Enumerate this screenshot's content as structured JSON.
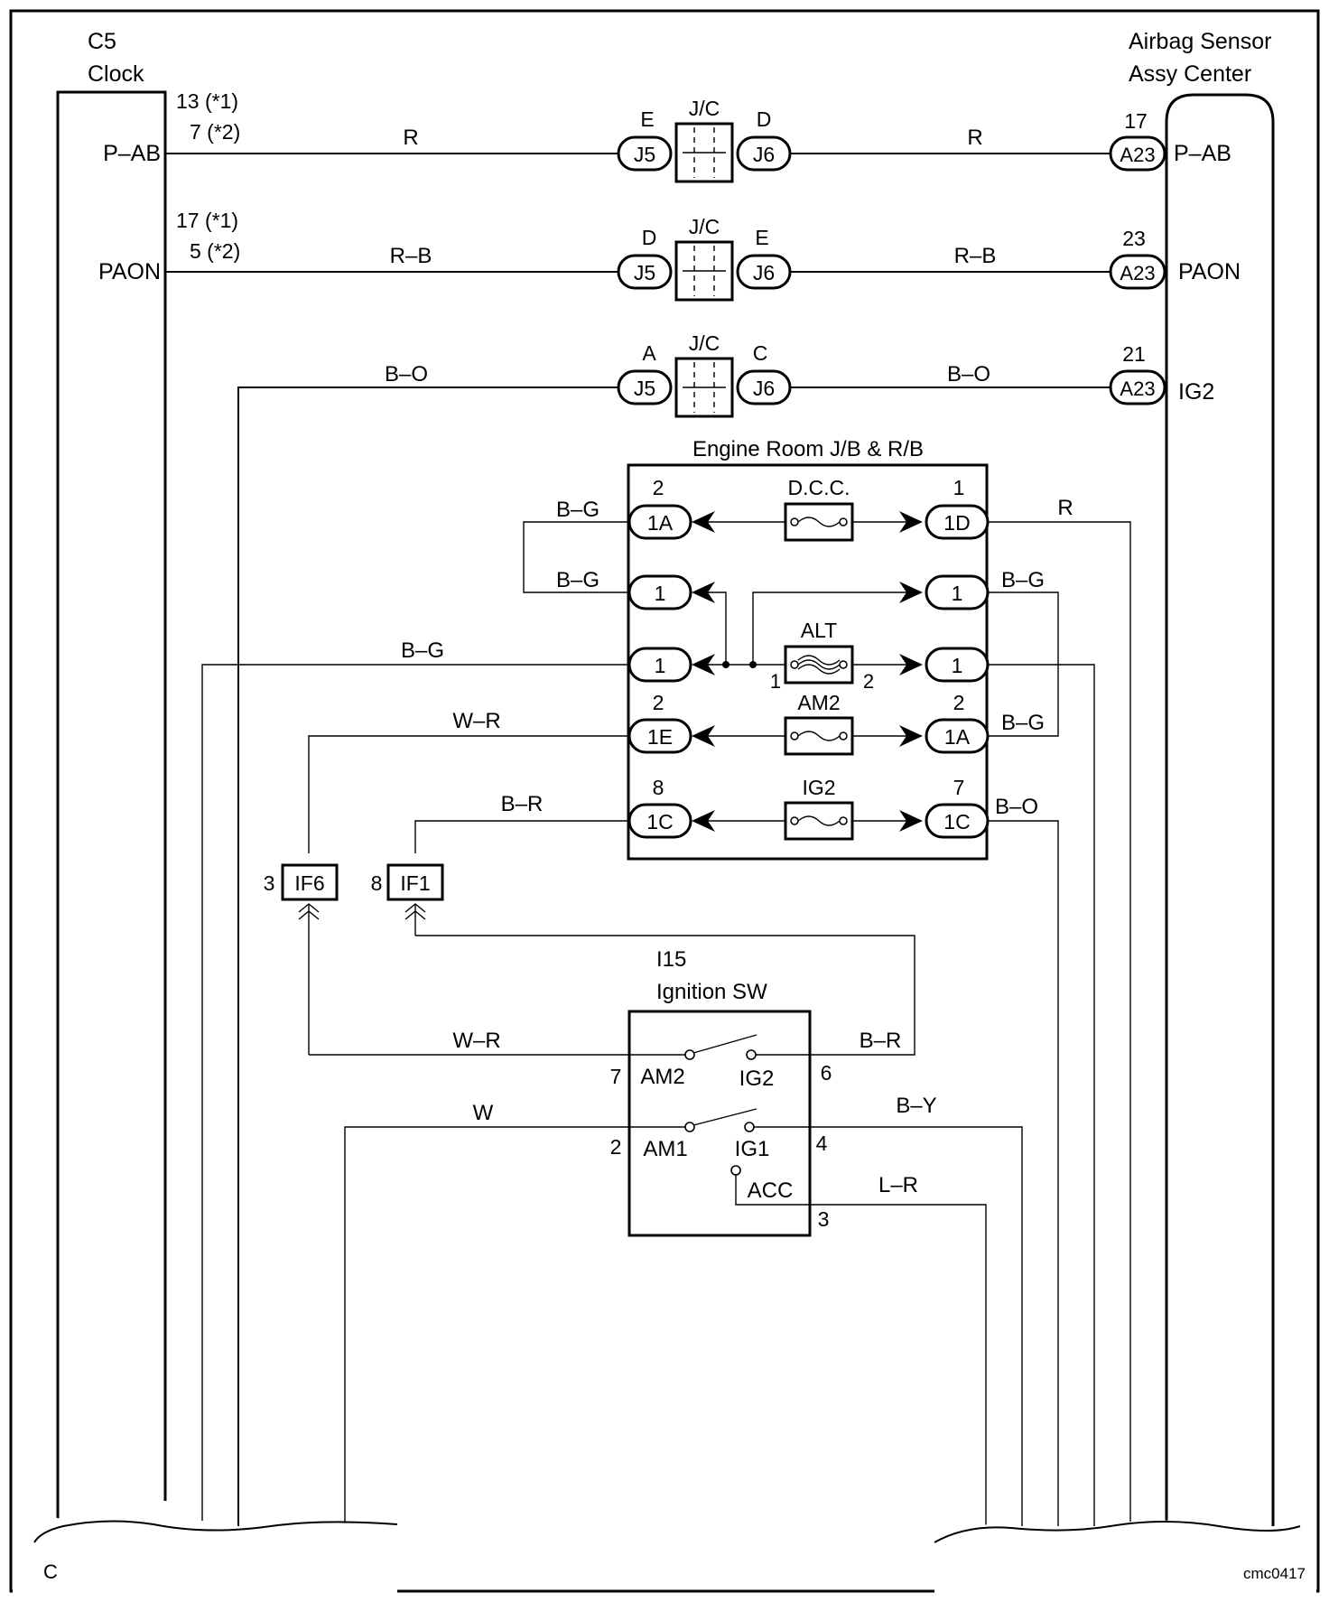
{
  "components": {
    "clock": {
      "code": "C5",
      "name": "Clock"
    },
    "airbag": {
      "name_line1": "Airbag Sensor",
      "name_line2": "Assy Center"
    },
    "engine_room_jb": {
      "name": "Engine Room J/B & R/B"
    },
    "ignition_sw": {
      "code": "I15",
      "name": "Ignition SW"
    },
    "jc_label": "J/C"
  },
  "clock_pins": {
    "pab": {
      "name": "P–AB",
      "pin_line1": "13 (*1)",
      "pin_line2": "7 (*2)"
    },
    "paon": {
      "name": "PAON",
      "pin_line1": "17 (*1)",
      "pin_line2": "5 (*2)"
    }
  },
  "airbag_pins": {
    "pab": {
      "name": "P–AB",
      "pin": "17",
      "connector": "A23"
    },
    "paon": {
      "name": "PAON",
      "pin": "23",
      "connector": "A23"
    },
    "ig2": {
      "name": "IG2",
      "pin": "21",
      "connector": "A23"
    }
  },
  "jc_rows": [
    {
      "left_pin": "E",
      "right_pin": "D",
      "left_conn": "J5",
      "right_conn": "J6",
      "left_wire": "R",
      "right_wire": "R"
    },
    {
      "left_pin": "D",
      "right_pin": "E",
      "left_conn": "J5",
      "right_conn": "J6",
      "left_wire": "R–B",
      "right_wire": "R–B"
    },
    {
      "left_pin": "A",
      "right_pin": "C",
      "left_conn": "J5",
      "right_conn": "J6",
      "left_wire": "B–O",
      "right_wire": "B–O"
    }
  ],
  "jb_rows": {
    "dcc": {
      "fuse": "D.C.C.",
      "left_pin": "2",
      "left_conn": "1A",
      "right_pin": "1",
      "right_conn": "1D",
      "left_wire": "B–G",
      "right_wire": "R"
    },
    "mid": {
      "left_conn": "1",
      "right_conn": "1",
      "left_wire": "B–G",
      "right_wire": "B–G"
    },
    "alt": {
      "fuse": "ALT",
      "fuse_pin_left": "1",
      "fuse_pin_right": "2",
      "left_conn": "1",
      "right_conn": "1",
      "left_wire": "B–G"
    },
    "am2": {
      "fuse": "AM2",
      "left_pin": "2",
      "left_conn": "1E",
      "right_pin": "2",
      "right_conn": "1A",
      "left_wire": "W–R",
      "right_wire": "B–G"
    },
    "ig2": {
      "fuse": "IG2",
      "left_pin": "8",
      "left_conn": "1C",
      "right_pin": "7",
      "right_conn": "1C",
      "left_wire": "B–R",
      "right_wire": "B–O"
    }
  },
  "inline_connectors": {
    "if6": {
      "pin": "3",
      "name": "IF6"
    },
    "if1": {
      "pin": "8",
      "name": "IF1"
    }
  },
  "ignition": {
    "am2": {
      "pin": "7",
      "label": "AM2",
      "wire": "W–R"
    },
    "ig2": {
      "pin": "6",
      "label": "IG2",
      "wire": "B–R"
    },
    "am1": {
      "pin": "2",
      "label": "AM1",
      "wire": "W"
    },
    "ig1": {
      "pin": "4",
      "label": "IG1",
      "wire": "B–Y"
    },
    "acc": {
      "pin": "3",
      "label": "ACC",
      "wire": "L–R"
    }
  },
  "footer": {
    "page_mark": "C",
    "ref_code": "cmc0417"
  }
}
